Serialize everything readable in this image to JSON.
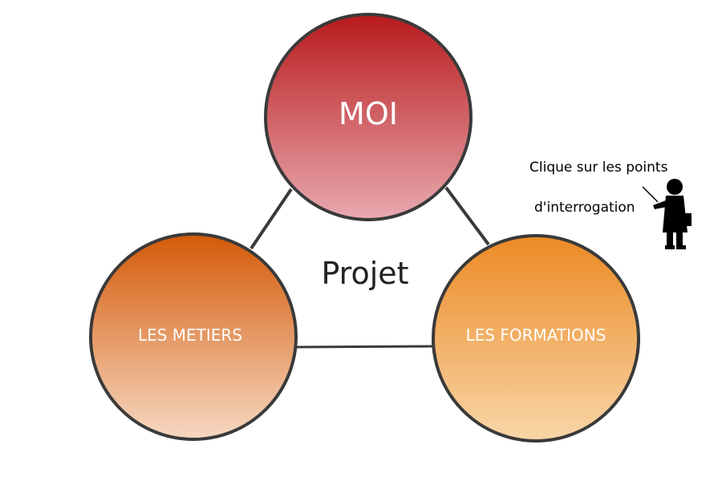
{
  "diagram": {
    "center_label": "Projet",
    "nodes": {
      "moi": "MOI",
      "metiers": "LES METIERS",
      "formations": "LES FORMATIONS"
    }
  },
  "hint": {
    "line1": "Clique sur les points",
    "line2": "d'interrogation"
  },
  "colors": {
    "moi_top": "#b81a1c",
    "moi_bottom": "#e8aab0",
    "metiers_top": "#d45a08",
    "metiers_bottom": "#f6d8c2",
    "formations_top": "#ec8a24",
    "formations_bottom": "#f8d6a8",
    "outline": "#3a3a3a",
    "connector": "#3a3a3a"
  }
}
